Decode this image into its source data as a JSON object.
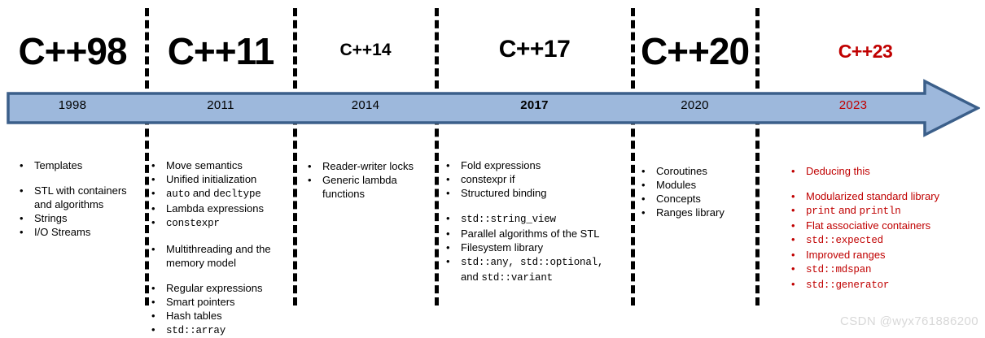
{
  "palette": {
    "arrow_fill": "#9DB8DC",
    "arrow_stroke": "#3B5F8A",
    "divider": "#000000",
    "accent_red": "#C00000",
    "text": "#000000",
    "watermark": "#D8D8D8"
  },
  "watermark": {
    "text": "CSDN @wyx761886200"
  },
  "eras": [
    {
      "id": "cpp98",
      "title": "C++98",
      "title_color": "#000000",
      "year": "1998",
      "year_color": "#000000",
      "year_bold": false,
      "features": [
        {
          "bullet": "•",
          "parts": [
            {
              "t": "Templates",
              "mono": false
            }
          ],
          "gap": "none"
        },
        {
          "bullet": "•",
          "parts": [
            {
              "t": "STL with containers",
              "mono": false
            }
          ],
          "gap": "large"
        },
        {
          "bullet": "",
          "parts": [
            {
              "t": "and algorithms",
              "mono": false
            }
          ],
          "gap": "none"
        },
        {
          "bullet": "•",
          "parts": [
            {
              "t": "Strings",
              "mono": false
            }
          ],
          "gap": "none"
        },
        {
          "bullet": "•",
          "parts": [
            {
              "t": "I/O Streams",
              "mono": false
            }
          ],
          "gap": "none"
        }
      ]
    },
    {
      "id": "cpp11",
      "title": "C++11",
      "title_color": "#000000",
      "year": "2011",
      "year_color": "#000000",
      "year_bold": false,
      "features": [
        {
          "bullet": "•",
          "parts": [
            {
              "t": "Move semantics",
              "mono": false
            }
          ],
          "gap": "none"
        },
        {
          "bullet": "•",
          "parts": [
            {
              "t": "Unified initialization",
              "mono": false
            }
          ],
          "gap": "none"
        },
        {
          "bullet": "•",
          "parts": [
            {
              "t": "auto",
              "mono": true
            },
            {
              "t": " and ",
              "mono": false
            },
            {
              "t": "decltype",
              "mono": true
            }
          ],
          "gap": "none"
        },
        {
          "bullet": "•",
          "parts": [
            {
              "t": "Lambda expressions",
              "mono": false
            }
          ],
          "gap": "none"
        },
        {
          "bullet": "•",
          "parts": [
            {
              "t": "constexpr",
              "mono": true
            }
          ],
          "gap": "none"
        },
        {
          "bullet": "•",
          "parts": [
            {
              "t": "Multithreading and the",
              "mono": false
            }
          ],
          "gap": "large"
        },
        {
          "bullet": "",
          "parts": [
            {
              "t": "memory model",
              "mono": false
            }
          ],
          "gap": "none"
        },
        {
          "bullet": "•",
          "parts": [
            {
              "t": "Regular expressions",
              "mono": false
            }
          ],
          "gap": "large"
        },
        {
          "bullet": "•",
          "parts": [
            {
              "t": "Smart pointers",
              "mono": false
            }
          ],
          "gap": "none"
        },
        {
          "bullet": "•",
          "parts": [
            {
              "t": "Hash tables",
              "mono": false
            }
          ],
          "gap": "none"
        },
        {
          "bullet": "•",
          "parts": [
            {
              "t": "std::array",
              "mono": true
            }
          ],
          "gap": "none"
        }
      ]
    },
    {
      "id": "cpp14",
      "title": "C++14",
      "title_color": "#000000",
      "year": "2014",
      "year_color": "#000000",
      "year_bold": false,
      "features": [
        {
          "bullet": "•",
          "parts": [
            {
              "t": "Reader-writer  locks",
              "mono": false
            }
          ],
          "gap": "none"
        },
        {
          "bullet": "•",
          "parts": [
            {
              "t": "Generic lambda",
              "mono": false
            }
          ],
          "gap": "none"
        },
        {
          "bullet": "",
          "parts": [
            {
              "t": "functions",
              "mono": false
            }
          ],
          "gap": "none"
        }
      ]
    },
    {
      "id": "cpp17",
      "title": "C++17",
      "title_color": "#000000",
      "year": "2017",
      "year_color": "#000000",
      "year_bold": true,
      "features": [
        {
          "bullet": "•",
          "parts": [
            {
              "t": "Fold expressions",
              "mono": false
            }
          ],
          "gap": "none"
        },
        {
          "bullet": "•",
          "parts": [
            {
              "t": "constexpr if",
              "mono": false
            }
          ],
          "gap": "none"
        },
        {
          "bullet": "•",
          "parts": [
            {
              "t": "Structured binding",
              "mono": false
            }
          ],
          "gap": "none"
        },
        {
          "bullet": "•",
          "parts": [
            {
              "t": "std::string_view",
              "mono": true
            }
          ],
          "gap": "large"
        },
        {
          "bullet": "•",
          "parts": [
            {
              "t": "Parallel algorithms of the STL",
              "mono": false
            }
          ],
          "gap": "none"
        },
        {
          "bullet": "•",
          "parts": [
            {
              "t": "Filesystem library",
              "mono": false
            }
          ],
          "gap": "none"
        },
        {
          "bullet": "•",
          "parts": [
            {
              "t": "std::any, std::optional,",
              "mono": true
            }
          ],
          "gap": "none"
        },
        {
          "bullet": "",
          "parts": [
            {
              "t": "and ",
              "mono": false
            },
            {
              "t": "std::variant",
              "mono": true
            }
          ],
          "gap": "none"
        }
      ]
    },
    {
      "id": "cpp20",
      "title": "C++20",
      "title_color": "#000000",
      "year": "2020",
      "year_color": "#000000",
      "year_bold": false,
      "features": [
        {
          "bullet": "•",
          "parts": [
            {
              "t": "Coroutines",
              "mono": false
            }
          ],
          "gap": "none"
        },
        {
          "bullet": "•",
          "parts": [
            {
              "t": "Modules",
              "mono": false
            }
          ],
          "gap": "none"
        },
        {
          "bullet": "•",
          "parts": [
            {
              "t": "Concepts",
              "mono": false
            }
          ],
          "gap": "none"
        },
        {
          "bullet": "•",
          "parts": [
            {
              "t": "Ranges library",
              "mono": false
            }
          ],
          "gap": "none"
        }
      ]
    },
    {
      "id": "cpp23",
      "title": "C++23",
      "title_color": "#C00000",
      "year": "2023",
      "year_color": "#C00000",
      "year_bold": false,
      "features": [
        {
          "bullet": "•",
          "parts": [
            {
              "t": "Deducing this",
              "mono": false
            }
          ],
          "gap": "none"
        },
        {
          "bullet": "•",
          "parts": [
            {
              "t": "Modularized standard library",
              "mono": false
            }
          ],
          "gap": "large"
        },
        {
          "bullet": "•",
          "parts": [
            {
              "t": "print",
              "mono": true
            },
            {
              "t": " and ",
              "mono": false
            },
            {
              "t": "println",
              "mono": true
            }
          ],
          "gap": "none"
        },
        {
          "bullet": "•",
          "parts": [
            {
              "t": "Flat associative containers",
              "mono": false
            }
          ],
          "gap": "none"
        },
        {
          "bullet": "•",
          "parts": [
            {
              "t": "std::expected",
              "mono": true
            }
          ],
          "gap": "none"
        },
        {
          "bullet": "•",
          "parts": [
            {
              "t": "Improved ranges",
              "mono": false
            }
          ],
          "gap": "none"
        },
        {
          "bullet": "•",
          "parts": [
            {
              "t": "std::mdspan",
              "mono": true
            }
          ],
          "gap": "none"
        },
        {
          "bullet": "•",
          "parts": [
            {
              "t": "std::generator",
              "mono": true
            }
          ],
          "gap": "none"
        }
      ]
    }
  ]
}
